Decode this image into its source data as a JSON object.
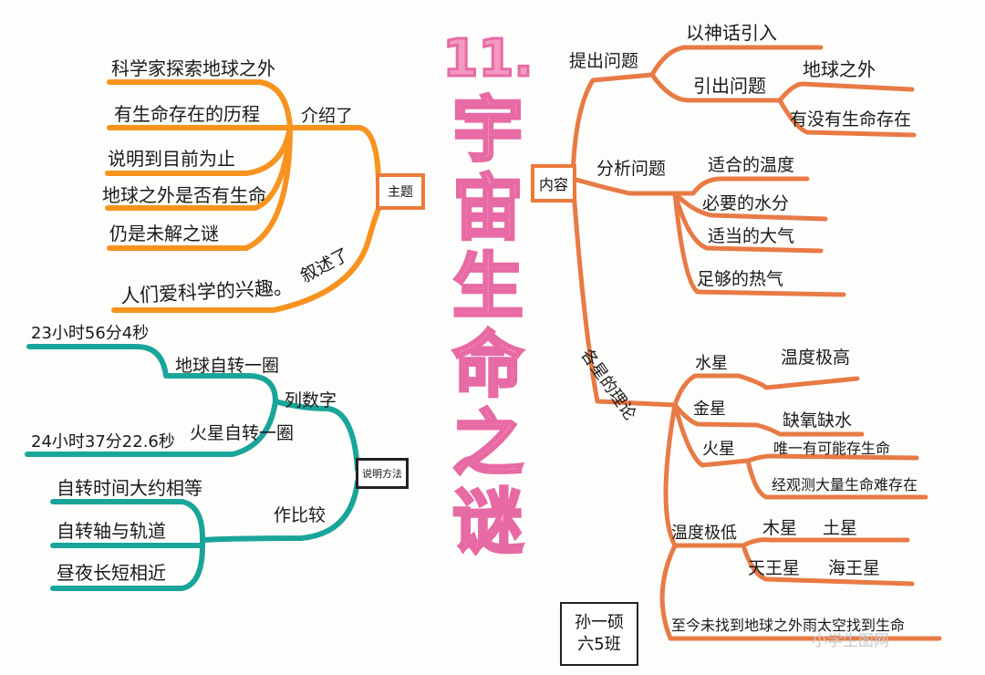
{
  "title": [
    "11.",
    "宇",
    "宙",
    "生",
    "命",
    "之",
    "谜"
  ],
  "author": {
    "name": "孙一硕",
    "class": "六5班"
  },
  "watermark": "小学生图网",
  "colors": {
    "orange": "#f7931e",
    "teal": "#1aa59a",
    "terracotta": "#e87a45",
    "title_pink": "#f49ac1",
    "box_border": "#ec7a3a"
  },
  "left_top": {
    "root": "主题",
    "branch1_label": "介绍了",
    "branch1_items": [
      "科学家探索地球之外",
      "有生命存在的历程",
      "说明到目前为止",
      "地球之外是否有生命",
      "仍是未解之谜"
    ],
    "branch2_label": "叙述了",
    "branch2_item": "人们爱科学的兴趣。"
  },
  "left_bottom": {
    "root": "说明方法",
    "branch1_label": "列数字",
    "branch1_items": [
      {
        "label": "地球自转一圈",
        "value": "23小时56分4秒"
      },
      {
        "label": "火星自转一圈",
        "value": "24小时37分22.6秒"
      }
    ],
    "branch2_label": "作比较",
    "branch2_items": [
      "自转时间大约相等",
      "自转轴与轨道",
      "昼夜长短相近"
    ]
  },
  "right": {
    "root": "内容",
    "q": {
      "label": "提出问题",
      "a": "以神话引入",
      "b": "引出问题",
      "b1": "地球之外",
      "b2": "有没有生命存在"
    },
    "analysis": {
      "label": "分析问题",
      "items": [
        "适合的温度",
        "必要的水分",
        "适当的大气",
        "足够的热气"
      ]
    },
    "theory": {
      "label": "各星的理论",
      "mercury": "水星",
      "mercury_note": "温度极高",
      "venus": "金星",
      "venus_note": "缺氧缺水",
      "mars": "火星",
      "mars_note1": "唯一有可能存生命",
      "mars_note2": "经观测大量生命难存在",
      "cold": "温度极低",
      "cold_row1": [
        "木星",
        "土星"
      ],
      "cold_row2": [
        "天王星",
        "海王星"
      ],
      "conclusion": "至今未找到地球之外雨太空找到生命"
    }
  }
}
